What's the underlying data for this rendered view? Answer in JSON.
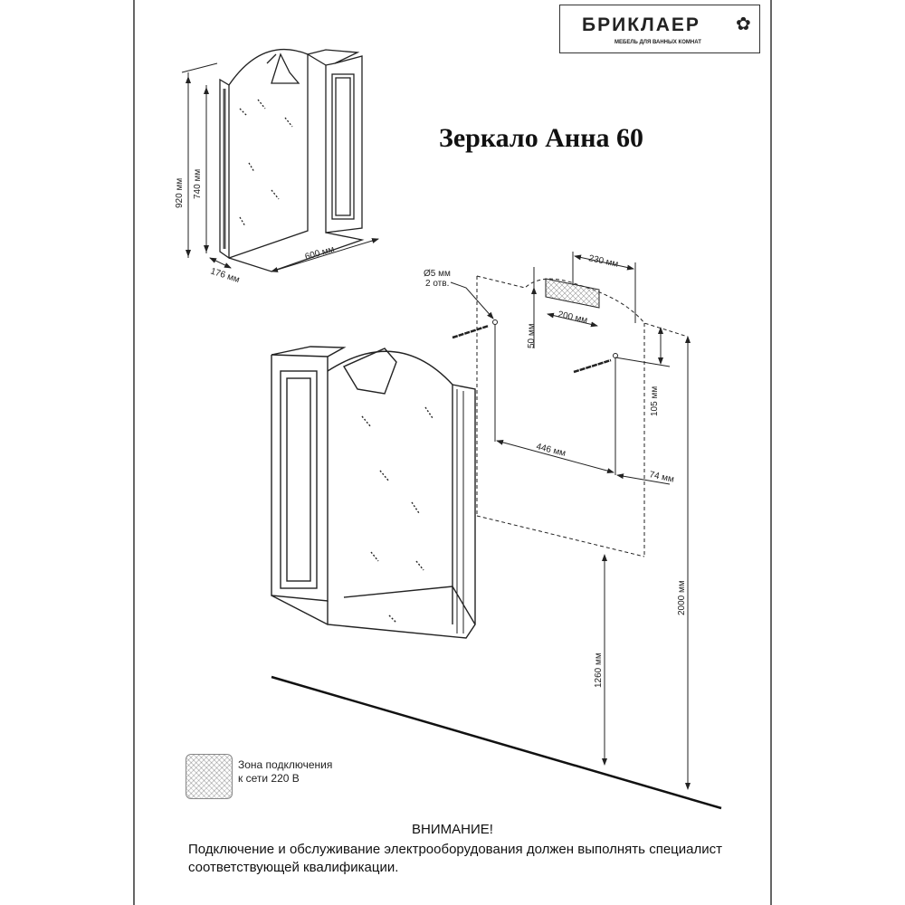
{
  "logo": {
    "name": "БРИКЛАЕР",
    "tagline": "МЕБЕЛЬ ДЛЯ ВАННЫХ КОМНАТ"
  },
  "title": "Зеркало Анна 60",
  "overview_dims": {
    "height_total": "920 мм",
    "height_mirror": "740 мм",
    "width": "600 мм",
    "depth": "176 мм"
  },
  "mount_dims": {
    "hole": "Ø5 мм",
    "hole_count": "2 отв.",
    "zone_width": "230 мм",
    "zone_inner": "200 мм",
    "zone_height": "50 мм",
    "hole_offset_top": "105 мм",
    "hole_spacing": "446 мм",
    "hole_side": "74 мм",
    "top_from_floor": "2000 мм",
    "bottom_from_floor": "1260 мм"
  },
  "legend": {
    "line1": "Зона подключения",
    "line2": "к сети 220 В"
  },
  "warning": {
    "heading": "ВНИМАНИЕ!",
    "text": "Подключение и обслуживание электрооборудования должен выполнять специалист соответствующей квалификации."
  }
}
